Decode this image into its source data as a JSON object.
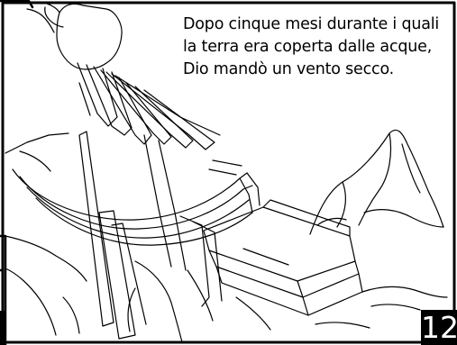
{
  "panel": {
    "caption_lines": [
      "Dopo cinque mesi durante i quali",
      "la terra era coperta dalle acque,",
      "Dio mandò un vento secco."
    ],
    "page_number": "12"
  },
  "colors": {
    "ink": "#000000",
    "paper": "#ffffff"
  }
}
